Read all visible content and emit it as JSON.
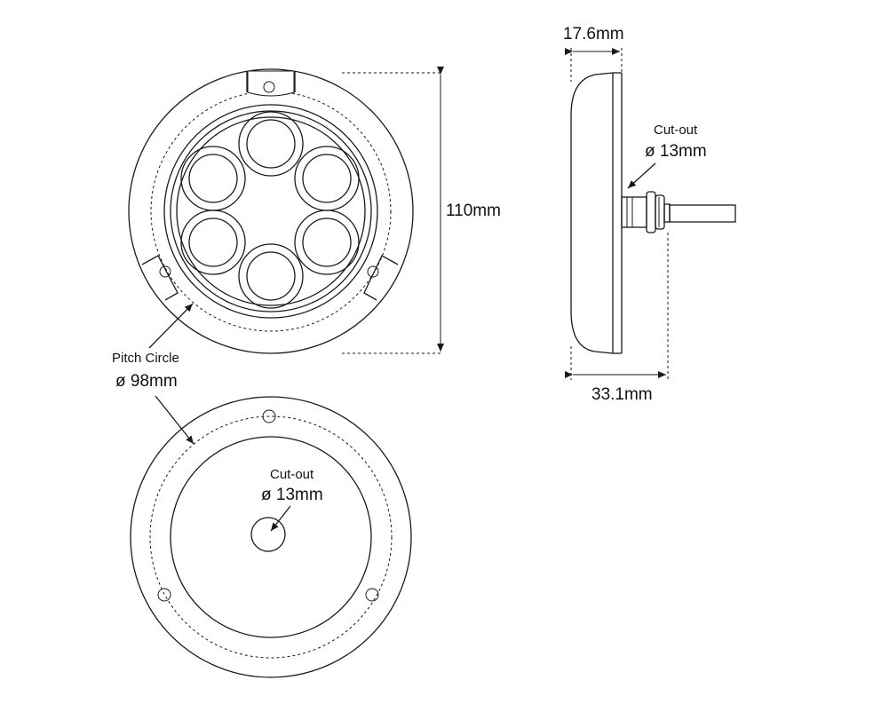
{
  "labels": {
    "height_dim": "110mm",
    "thickness_dim": "17.6mm",
    "depth_dim": "33.1mm",
    "side_cutout_title": "Cut-out",
    "side_cutout_value": "ø 13mm",
    "pitch_title": "Pitch Circle",
    "pitch_value": "ø 98mm",
    "rear_cutout_title": "Cut-out",
    "rear_cutout_value": "ø 13mm"
  }
}
